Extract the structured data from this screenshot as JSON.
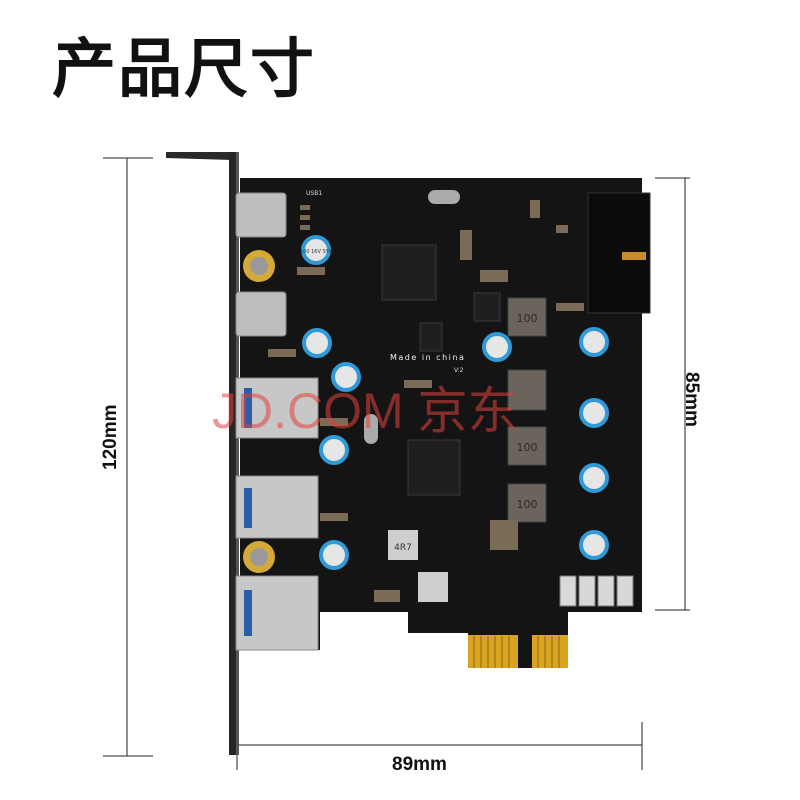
{
  "title": "产品尺寸",
  "dimensions": {
    "height": "120mm",
    "card_height": "85mm",
    "width": "89mm"
  },
  "watermark": "JD.COM 京东",
  "board_text": {
    "made_in": "Made in china",
    "version": "V:2",
    "port_label": "USB1",
    "inductor_value": "100",
    "small_inductor_value": "4R7",
    "capacitor_value": "100 16V SYK"
  },
  "colors": {
    "pcb": "#141414",
    "gold": "#d9a520",
    "watermark": "#e0413d",
    "capacitor": "#2f9ad8"
  }
}
